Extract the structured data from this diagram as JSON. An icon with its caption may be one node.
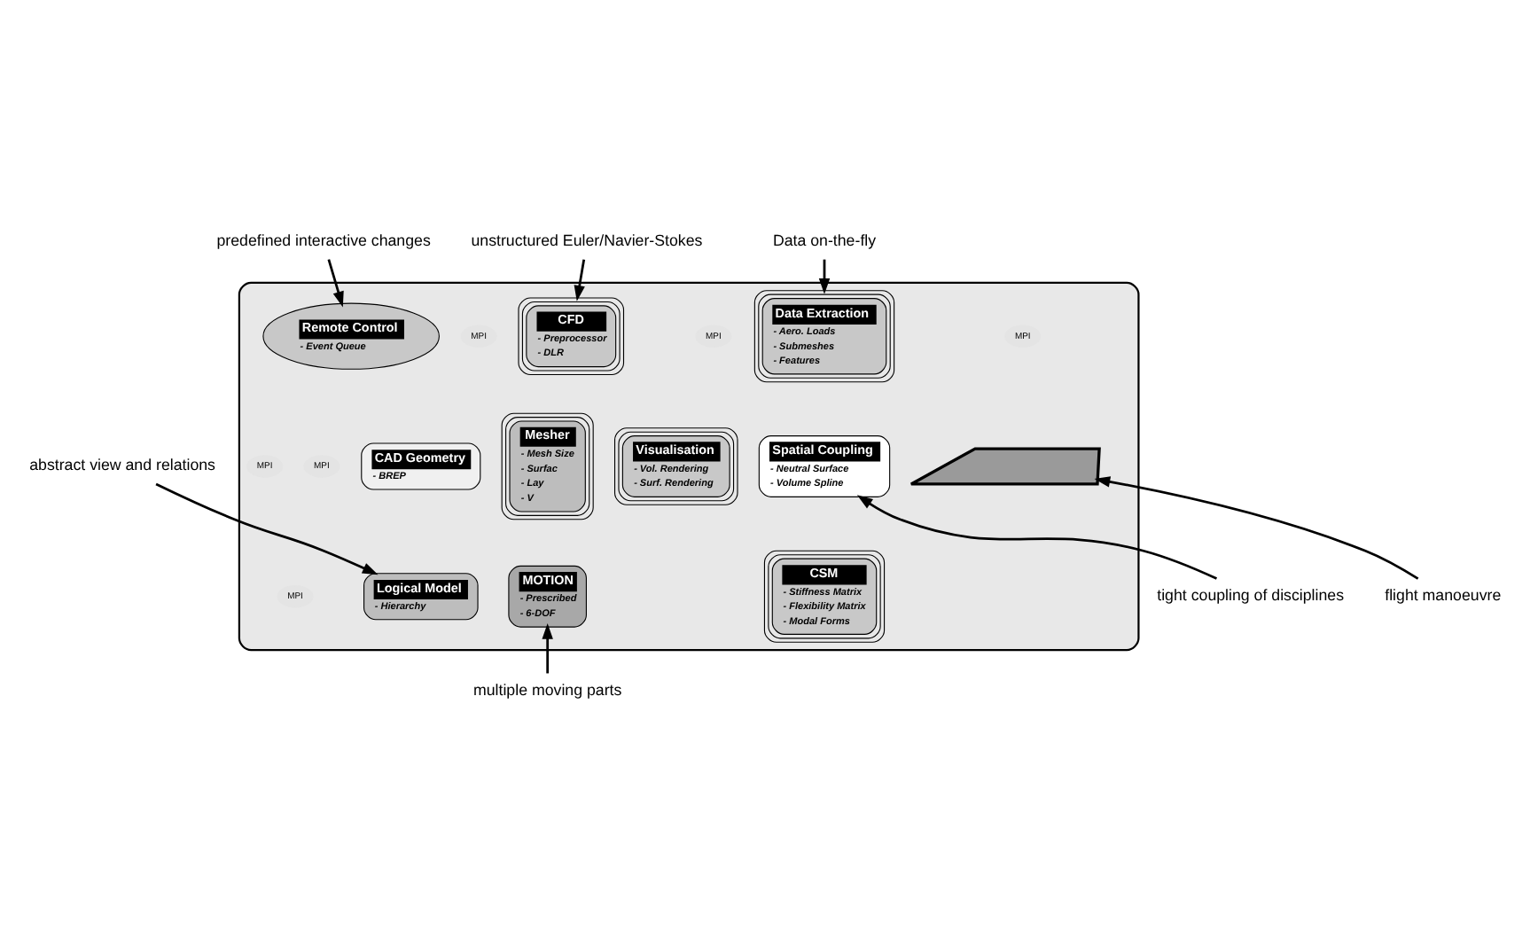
{
  "diagram": {
    "nodes": [
      {
        "text": [
          "predefined interactive changes"
        ]
      },
      {
        "text": [],
        "shape": "ellipse"
      },
      {
        "text": [
          "unstructured Euler/Navier-Stokes"
        ]
      },
      {
        "text": [
          "MPI"
        ],
        "in": 1
      },
      {
        "text": [
          "Remote Control",
          "- Event Queue"
        ],
        "in": 1
      },
      {
        "text": [
          "MPI"
        ],
        "in": 1
      },
      {
        "text": [
          "CFD",
          "- Preprocessor",
          "- DLR"
        ],
        "in": 1
      },
      {
        "text": [
          "MPI"
        ],
        "in": 1
      },
      {
        "text": [
          "Data Extraction",
          "- Aero. Loads",
          "- Submeshes",
          "- Features"
        ],
        "in": 1
      },
      {
        "text": [
          "Data on-the-fly"
        ]
      },
      {
        "text": [
          "CAD Geometry",
          "- BREP"
        ],
        "in": 1
      },
      {
        "text": [
          "MPI"
        ],
        "in": 1
      },
      {
        "text": [
          "Mesher",
          "- Mesh Size",
          "- Surfac",
          "- Lay",
          "- V"
        ],
        "in": 1
      },
      {
        "text": [],
        "shape": "box",
        "in": 1
      },
      {
        "text": [
          "Spatial Coupling",
          "- Neutral Surface",
          "- Volume Spline"
        ],
        "in": 1
      },
      {
        "text": [
          "MPI"
        ],
        "in": 1
      },
      {
        "text": [
          "Visualisation",
          "- Vol. Rendering",
          "- Surf. Rendering"
        ],
        "in": 1
      },
      {
        "text": [
          "abstract view and relations"
        ]
      },
      {
        "text": [
          "Logical Model",
          "- Hierarchy"
        ],
        "in": 1
      },
      {
        "text": [
          "MPI"
        ],
        "in": 1
      },
      {
        "text": [
          "CSM",
          "- Stiffness Matrix",
          "- Flexibility Matrix",
          "- Modal Forms"
        ],
        "in": 1
      },
      {
        "text": [
          "MOTION",
          "- Prescribed",
          "- 6-DOF"
        ],
        "in": 1
      },
      {
        "text": [
          "multiple moving parts"
        ]
      },
      {
        "text": [
          "flight manoeuvre"
        ]
      },
      {
        "text": [
          "tight coupling of disciplines"
        ]
      }
    ],
    "edges": [
      {
        "from": 0,
        "to": 4,
        "arrow": "to"
      },
      {
        "from": 2,
        "to": 6,
        "arrow": "to"
      },
      {
        "from": 9,
        "to": 8,
        "arrow": "to"
      },
      {
        "from": 17,
        "to": 18,
        "arrow": "to"
      },
      {
        "from": 22,
        "to": 21,
        "arrow": "to"
      },
      {
        "from": 24,
        "to": 14,
        "arrow": "to"
      },
      {
        "from": 23,
        "to": 13,
        "arrow": "to"
      }
    ]
  }
}
